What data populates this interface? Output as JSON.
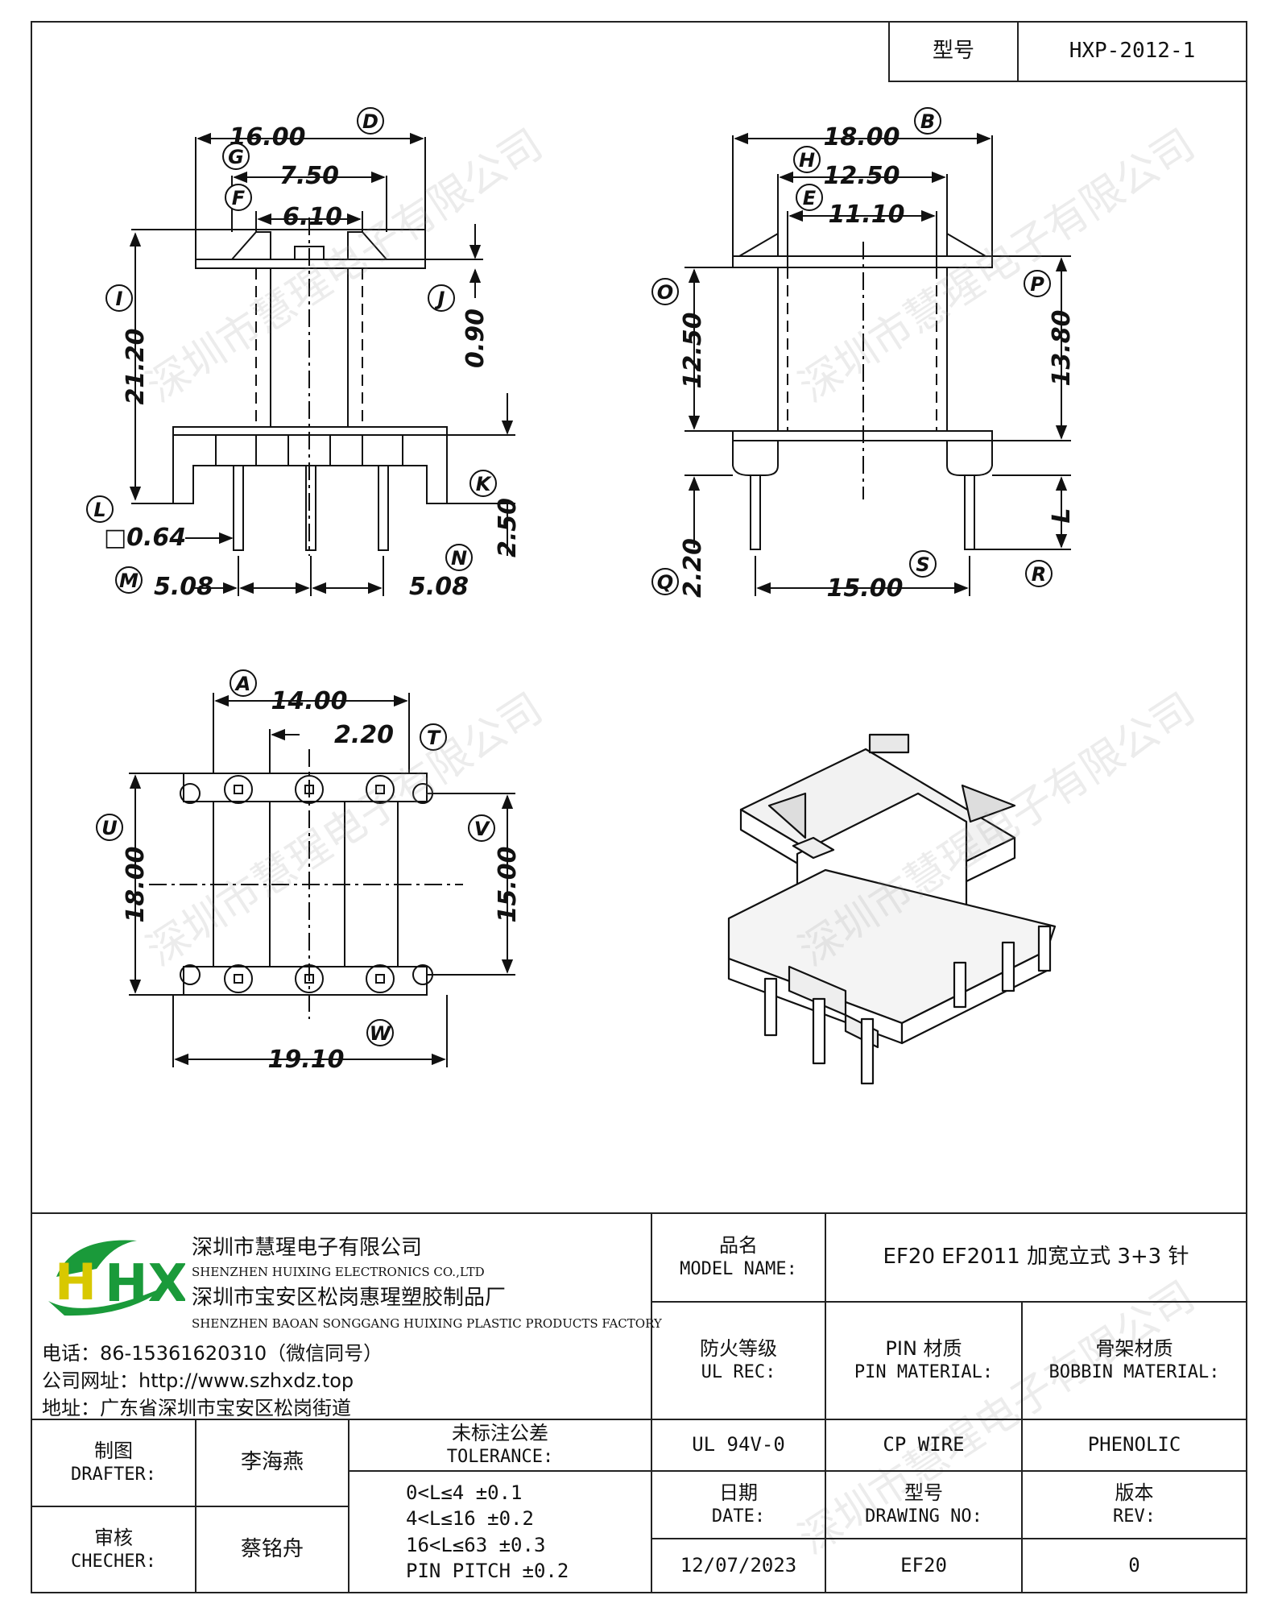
{
  "header": {
    "model_label": "型号",
    "model_value": "HXP-2012-1"
  },
  "front_view": {
    "dims": {
      "D": "16.00",
      "G": "7.50",
      "F": "6.10",
      "I": "21.20",
      "J": "0.90",
      "K": "2.50",
      "L": "□0.64",
      "M": "5.08",
      "N": "5.08"
    },
    "labels": [
      "D",
      "G",
      "F",
      "I",
      "J",
      "K",
      "L",
      "M",
      "N"
    ]
  },
  "side_view": {
    "dims": {
      "B": "18.00",
      "H": "12.50",
      "E": "11.10",
      "O": "12.50",
      "P": "13.80",
      "Q": "2.20",
      "S": "15.00",
      "L": "L"
    },
    "labels": [
      "B",
      "H",
      "E",
      "O",
      "P",
      "Q",
      "R",
      "S"
    ]
  },
  "bottom_view": {
    "dims": {
      "A": "14.00",
      "T": "2.20",
      "U": "18.00",
      "V": "15.00",
      "W": "19.10"
    },
    "labels": [
      "A",
      "T",
      "U",
      "V",
      "W"
    ]
  },
  "company": {
    "name_cn": "深圳市慧瑆电子有限公司",
    "name_en": "SHENZHEN HUIXING ELECTRONICS CO.,LTD",
    "factory_cn": "深圳市宝安区松岗惠瑆塑胶制品厂",
    "factory_en": "SHENZHEN BAOAN SONGGANG HUIXING PLASTIC PRODUCTS FACTORY",
    "phone": "电话：86-15361620310（微信同号）",
    "website": "公司网址：http://www.szhxdz.top",
    "address": "地址：广东省深圳市宝安区松岗街道",
    "logo_text": "HX",
    "logo_colors": {
      "green": "#1a9a3a",
      "yellow": "#d8c800"
    }
  },
  "title_block": {
    "model_name_cn": "品名",
    "model_name_en": "MODEL NAME:",
    "model_name_value": "EF20 EF2011 加宽立式 3+3 针",
    "ul_cn": "防火等级",
    "ul_en": "UL REC:",
    "pin_cn": "PIN 材质",
    "pin_en": "PIN MATERIAL:",
    "bobbin_cn": "骨架材质",
    "bobbin_en": "BOBBIN MATERIAL:",
    "ul_value": "UL 94V-0",
    "pin_value": "CP WIRE",
    "bobbin_value": "PHENOLIC",
    "drafter_cn": "制图",
    "drafter_en": "DRAFTER:",
    "drafter_value": "李海燕",
    "checker_cn": "审核",
    "checker_en": "CHECHER:",
    "checker_value": "蔡铭舟",
    "tolerance_cn": "未标注公差",
    "tolerance_en": "TOLERANCE:",
    "tolerances": [
      "0<L≤4   ±0.1",
      "4<L≤16  ±0.2",
      "16<L≤63  ±0.3",
      "PIN PITCH  ±0.2"
    ],
    "date_cn": "日期",
    "date_en": "DATE:",
    "date_value": "12/07/2023",
    "drawing_cn": "型号",
    "drawing_en": "DRAWING NO:",
    "drawing_value": "EF20",
    "rev_cn": "版本",
    "rev_en": "REV:",
    "rev_value": "0"
  },
  "watermark": "深圳市慧瑆电子有限公司"
}
